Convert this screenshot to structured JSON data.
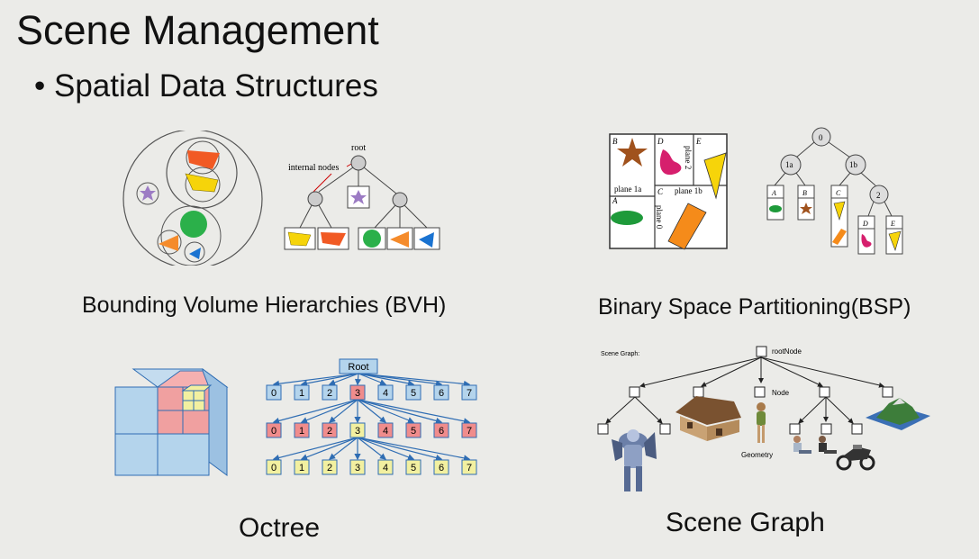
{
  "slide": {
    "title": "Scene Management",
    "bullet": "Spatial Data Structures"
  },
  "bvh": {
    "caption": "Bounding Volume Hierarchies (BVH)",
    "label_root": "root",
    "label_internal": "internal nodes"
  },
  "bsp": {
    "caption": "Binary Space Partitioning(BSP)",
    "region_labels": [
      "A",
      "B",
      "C",
      "D",
      "E"
    ],
    "plane_labels": [
      "plane 1a",
      "plane 1b",
      "plane 2",
      "plane 0"
    ],
    "node_labels": [
      "0",
      "1a",
      "1b",
      "2",
      "A",
      "B",
      "C",
      "D",
      "E"
    ]
  },
  "octree": {
    "caption": "Octree",
    "root_label": "Root",
    "row1": [
      "0",
      "1",
      "2",
      "3",
      "4",
      "5",
      "6",
      "7"
    ],
    "row2": [
      "0",
      "1",
      "2",
      "3",
      "4",
      "5",
      "6",
      "7"
    ],
    "row3": [
      "0",
      "1",
      "2",
      "3",
      "4",
      "5",
      "6",
      "7"
    ]
  },
  "scene_graph": {
    "caption": "Scene Graph",
    "label_title": "Scene Graph:",
    "label_root": "rootNode",
    "label_node": "Node",
    "label_geometry": "Geometry"
  },
  "colors": {
    "background": "#ebebe8",
    "octree_blue": "#b4d4ec",
    "octree_red": "#f08c8c",
    "octree_yellow": "#f2f0a0",
    "arrow_blue": "#2f6db3"
  }
}
